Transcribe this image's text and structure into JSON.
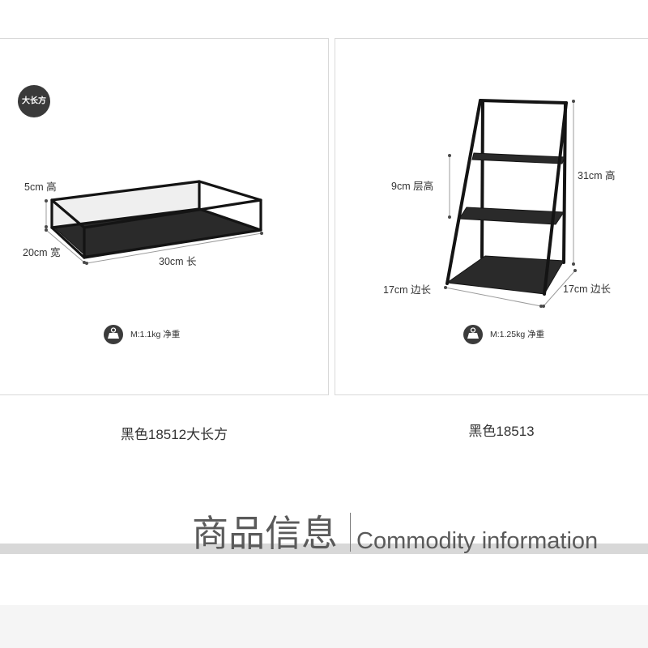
{
  "colors": {
    "panel_border": "#d9d9d9",
    "frame": "#141414",
    "plate": "#2a2a2a",
    "glass": "#efefef",
    "badge_bg": "#3a3a3a",
    "icon_bg": "#3b3b3b",
    "dim_line": "#9b9b9b",
    "dim_dot": "#4a4a4a",
    "label_text": "#333333",
    "caption_text": "#333333",
    "section_text": "#5a5a5a",
    "separator": "#7a7a7a",
    "band": "#d8d8d8",
    "footer_bg": "#f5f5f5"
  },
  "products": [
    {
      "badge": "大长方",
      "dimensions": {
        "height": "5cm 高",
        "width": "20cm 宽",
        "length": "30cm 长"
      },
      "weight_icon": "weight-icon",
      "weight": "M:1.1kg 净重",
      "caption": "黑色18512大长方"
    },
    {
      "dimensions": {
        "layer_height": "9cm 层高",
        "height": "31cm 高",
        "side_left": "17cm 边长",
        "side_right": "17cm 边长"
      },
      "weight_icon": "weight-icon",
      "weight": "M:1.25kg 净重",
      "caption": "黑色18513"
    }
  ],
  "section": {
    "title_cn": "商品信息",
    "title_en": "Commodity information"
  }
}
